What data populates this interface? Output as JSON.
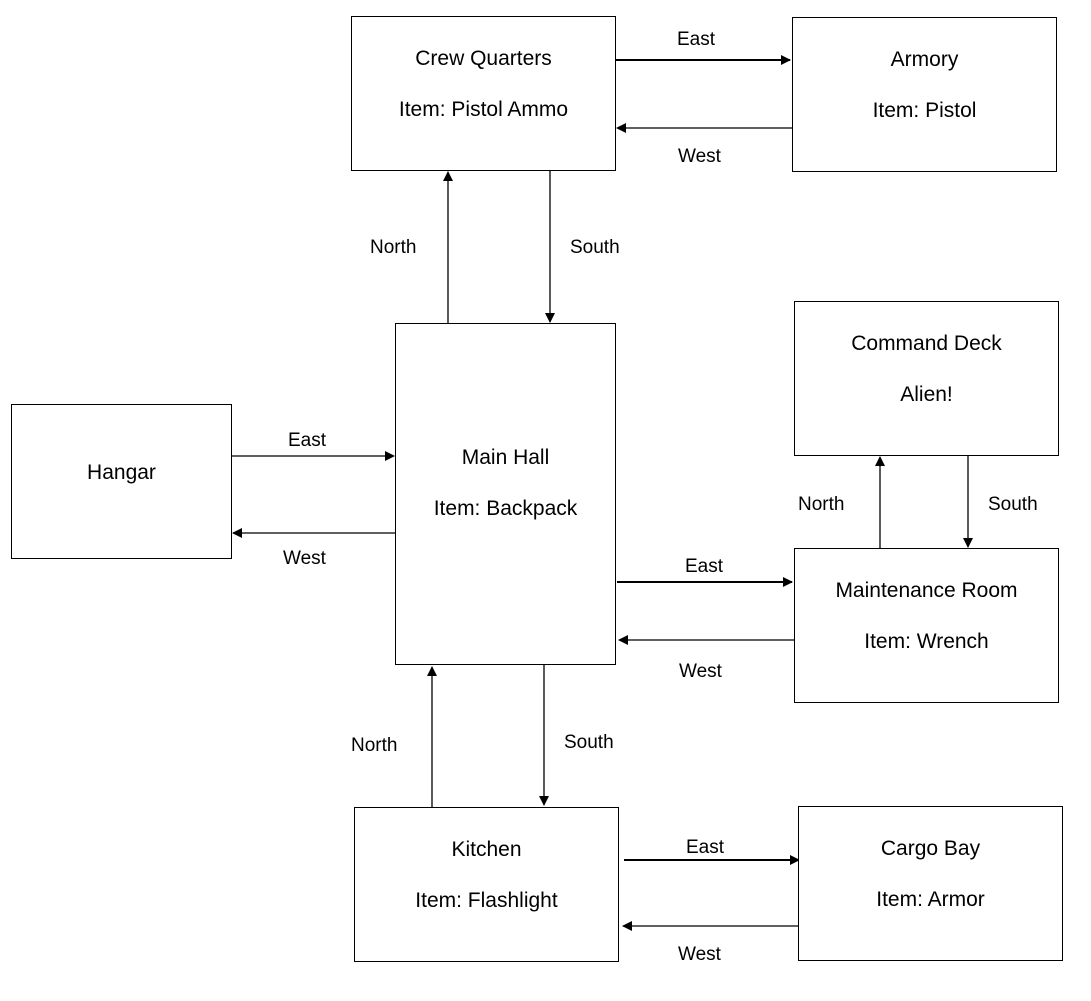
{
  "rooms": {
    "crew_quarters": {
      "name": "Crew Quarters",
      "detail": "Item: Pistol Ammo"
    },
    "armory": {
      "name": "Armory",
      "detail": "Item: Pistol"
    },
    "main_hall": {
      "name": "Main Hall",
      "detail": "Item: Backpack"
    },
    "hangar": {
      "name": "Hangar"
    },
    "command_deck": {
      "name": "Command Deck",
      "detail": "Alien!"
    },
    "maintenance_room": {
      "name": "Maintenance Room",
      "detail": "Item: Wrench"
    },
    "kitchen": {
      "name": "Kitchen",
      "detail": "Item: Flashlight"
    },
    "cargo_bay": {
      "name": "Cargo Bay",
      "detail": "Item: Armor"
    }
  },
  "directions": {
    "crew_to_armory": "East",
    "armory_to_crew": "West",
    "main_to_crew": "North",
    "crew_to_main": "South",
    "hangar_to_main": "East",
    "main_to_hangar": "West",
    "main_to_maint": "East",
    "maint_to_main": "West",
    "maint_to_command": "North",
    "command_to_maint": "South",
    "kitchen_to_main": "North",
    "main_to_kitchen": "South",
    "kitchen_to_cargo": "East",
    "cargo_to_kitchen": "West"
  }
}
